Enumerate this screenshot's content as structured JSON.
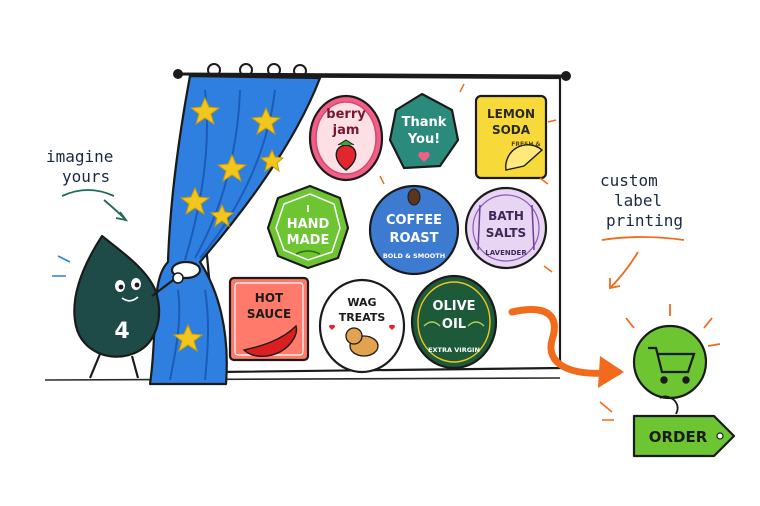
{
  "annotations": {
    "left_line1": "imagine",
    "left_line2": "yours",
    "right_line1": "custom",
    "right_line2": "label",
    "right_line3": "printing"
  },
  "mascot": {
    "number": "4"
  },
  "labels": {
    "berry": {
      "line1": "berry",
      "line2": "jam"
    },
    "thank": {
      "line1": "Thank",
      "line2": "You!"
    },
    "lemon": {
      "line1": "LEMON",
      "line2": "SODA",
      "tag": "FRESH &"
    },
    "hand": {
      "line1": "I",
      "line2": "HAND",
      "line3": "MADE"
    },
    "coffee": {
      "line1": "COFFEE",
      "line2": "ROAST",
      "tag": "BOLD & SMOOTH"
    },
    "bath": {
      "line1": "BATH",
      "line2": "SALTS",
      "tag": "LAVENDER"
    },
    "hot": {
      "line1": "HOT",
      "line2": "SAUCE"
    },
    "wag": {
      "line1": "WAG",
      "line2": "TREATS"
    },
    "olive": {
      "line1": "OLIVE",
      "line2": "OIL",
      "tag": "EXTRA VIRGIN"
    }
  },
  "order": {
    "label": "ORDER"
  },
  "colors": {
    "curtain": "#2f7fe0",
    "star": "#f3c51f",
    "arrow": "#f26a1b",
    "cart_green": "#6cc531",
    "mascot": "#1e4a48"
  }
}
